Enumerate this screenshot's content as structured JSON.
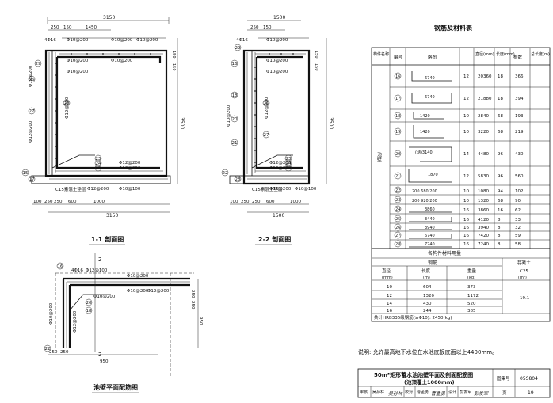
{
  "section11": {
    "title": "1-1 剖面图",
    "dims_top": [
      "3150",
      "250",
      "150",
      "1450"
    ],
    "dims_bottom": [
      "100",
      "250",
      "250",
      "600",
      "1000",
      "3150"
    ],
    "dim_right": "3500",
    "dim_right_small": [
      "150",
      "150"
    ],
    "rebar": [
      "4Φ16",
      "Φ10@200",
      "Φ10@200",
      "Φ10@200",
      "Φ10@200",
      "Φ10@200",
      "Φ10@200",
      "Φ12@200",
      "Φ12@200",
      "Φ12@200",
      "Φ12@200",
      "Φ12@200",
      "Φ12@200",
      "Φ10@100"
    ],
    "circles": [
      "15",
      "17",
      "23",
      "24",
      "25",
      "26",
      "27",
      "28",
      "29"
    ],
    "concrete_label": "C15素混土垫层"
  },
  "section22": {
    "title": "2-2 剖面图",
    "dims_top": [
      "1500",
      "250",
      "150"
    ],
    "dims_bottom": [
      "100",
      "250",
      "250",
      "600",
      "1000",
      "1500"
    ],
    "dim_right": "3500",
    "dim_right_small": [
      "150",
      "150"
    ],
    "rebar": [
      "4Φ16",
      "Φ10@200",
      "Φ10@200",
      "Φ10@200",
      "Φ10@200",
      "Φ12@200",
      "Φ12@200",
      "Φ12@200",
      "Φ12@200",
      "Φ10@100"
    ],
    "circles": [
      "16",
      "18",
      "20",
      "21",
      "22",
      "23",
      "24",
      "25",
      "26",
      "27",
      "28",
      "29"
    ],
    "concrete_label": "C15素混土垫层"
  },
  "plan": {
    "title": "池壁平面配筋图",
    "marker": "2",
    "dims_bottom": [
      "250",
      "250",
      "950"
    ],
    "dims_right": [
      "250",
      "250",
      "950"
    ],
    "rebar": [
      "4Φ16",
      "Φ12@100",
      "Φ10@200",
      "Φ10@200",
      "Φ12@200",
      "Φ10@200",
      "Φ10@200",
      "Φ12@200"
    ],
    "circles": [
      "16",
      "18",
      "20",
      "22"
    ]
  },
  "table": {
    "title": "钢筋及材料表",
    "headers": [
      "构件名称",
      "编号",
      "略图",
      "直径(mm)",
      "长度(mm)",
      "根数",
      "总长度(m)"
    ],
    "group_label": "池壁",
    "rows": [
      {
        "no": "16",
        "sketch": "6740",
        "dia": "12",
        "len": "20360",
        "cnt": "18",
        "total": "366"
      },
      {
        "no": "17",
        "sketch": "6740",
        "dia": "12",
        "len": "21880",
        "cnt": "18",
        "total": "394"
      },
      {
        "no": "18",
        "sketch": "1420",
        "dia": "10",
        "len": "2840",
        "cnt": "68",
        "total": "193"
      },
      {
        "no": "19",
        "sketch": "1420",
        "dia": "10",
        "len": "3220",
        "cnt": "68",
        "total": "219"
      },
      {
        "no": "20",
        "sketch": "(测)3140",
        "dia": "14",
        "len": "4480",
        "cnt": "96",
        "total": "430"
      },
      {
        "no": "21",
        "sketch": "1870",
        "dia": "12",
        "len": "5830",
        "cnt": "96",
        "total": "560"
      },
      {
        "no": "22",
        "sketch": "200 680 200",
        "dia": "10",
        "len": "1080",
        "cnt": "94",
        "total": "102"
      },
      {
        "no": "23",
        "sketch": "200 920 200",
        "dia": "10",
        "len": "1320",
        "cnt": "68",
        "total": "90"
      },
      {
        "no": "24",
        "sketch": "3860",
        "dia": "16",
        "len": "3860",
        "cnt": "16",
        "total": "62"
      },
      {
        "no": "25",
        "sketch": "3440",
        "dia": "16",
        "len": "4120",
        "cnt": "8",
        "total": "33"
      },
      {
        "no": "26",
        "sketch": "3940",
        "dia": "16",
        "len": "3940",
        "cnt": "8",
        "total": "32"
      },
      {
        "no": "27",
        "sketch": "6740",
        "dia": "16",
        "len": "7420",
        "cnt": "8",
        "total": "59"
      },
      {
        "no": "28",
        "sketch": "7240",
        "dia": "16",
        "len": "7240",
        "cnt": "8",
        "total": "58"
      }
    ],
    "summary_title": "各构件材料用量",
    "steel_header": "钢筋",
    "concrete_header": "混凝土",
    "sub_headers": [
      "直径",
      "长度",
      "重量"
    ],
    "sub_units": [
      "(mm)",
      "(m)",
      "(kg)"
    ],
    "concrete_grade": "C25",
    "concrete_unit": "(m³)",
    "summary_rows": [
      {
        "dia": "10",
        "len": "604",
        "wt": "373"
      },
      {
        "dia": "12",
        "len": "1320",
        "wt": "1172"
      },
      {
        "dia": "14",
        "len": "430",
        "wt": "520"
      },
      {
        "dia": "16",
        "len": "244",
        "wt": "385"
      }
    ],
    "concrete_volume": "19.1",
    "total_note": "共计HRB335级钢筋(≥Φ10): 2450(kg)"
  },
  "note": "说明: 允许最高地下水位在水池底板底面以上4400mm。",
  "titleblock": {
    "title_line1": "50m³矩形蓄水池池壁平面及剖面配筋图",
    "title_line2": "(池顶覆土1000mm)",
    "label_set": "图集号",
    "set_no": "05S804",
    "label_page": "页",
    "page_no": "19",
    "sig_labels": [
      "审核",
      "吴孙林",
      "校对",
      "曹孟勇",
      "设计",
      "彭发军"
    ],
    "sig_marks": [
      "吴孙林",
      "曹孟勇",
      "彭发军"
    ]
  }
}
